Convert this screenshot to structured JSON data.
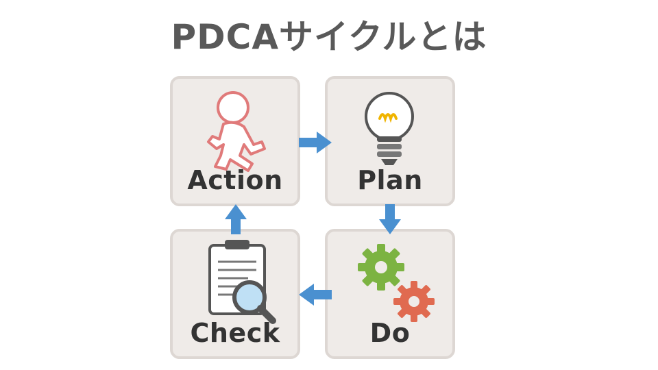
{
  "title": "PDCAサイクルとは",
  "cards": {
    "action": {
      "label": "Action",
      "icon": "running-person-icon"
    },
    "plan": {
      "label": "Plan",
      "icon": "light-bulb-icon"
    },
    "do": {
      "label": "Do",
      "icon": "gears-icon"
    },
    "check": {
      "label": "Check",
      "icon": "clipboard-magnifier-icon"
    }
  },
  "colors": {
    "title": "#595959",
    "card_bg": "#efebe8",
    "card_border": "#ddd7d3",
    "arrow": "#4a90d0",
    "label": "#333333",
    "runner": "#e07a7a",
    "gear_green": "#7cb342",
    "gear_red": "#e06a50",
    "bulb_filament": "#f0b400"
  }
}
